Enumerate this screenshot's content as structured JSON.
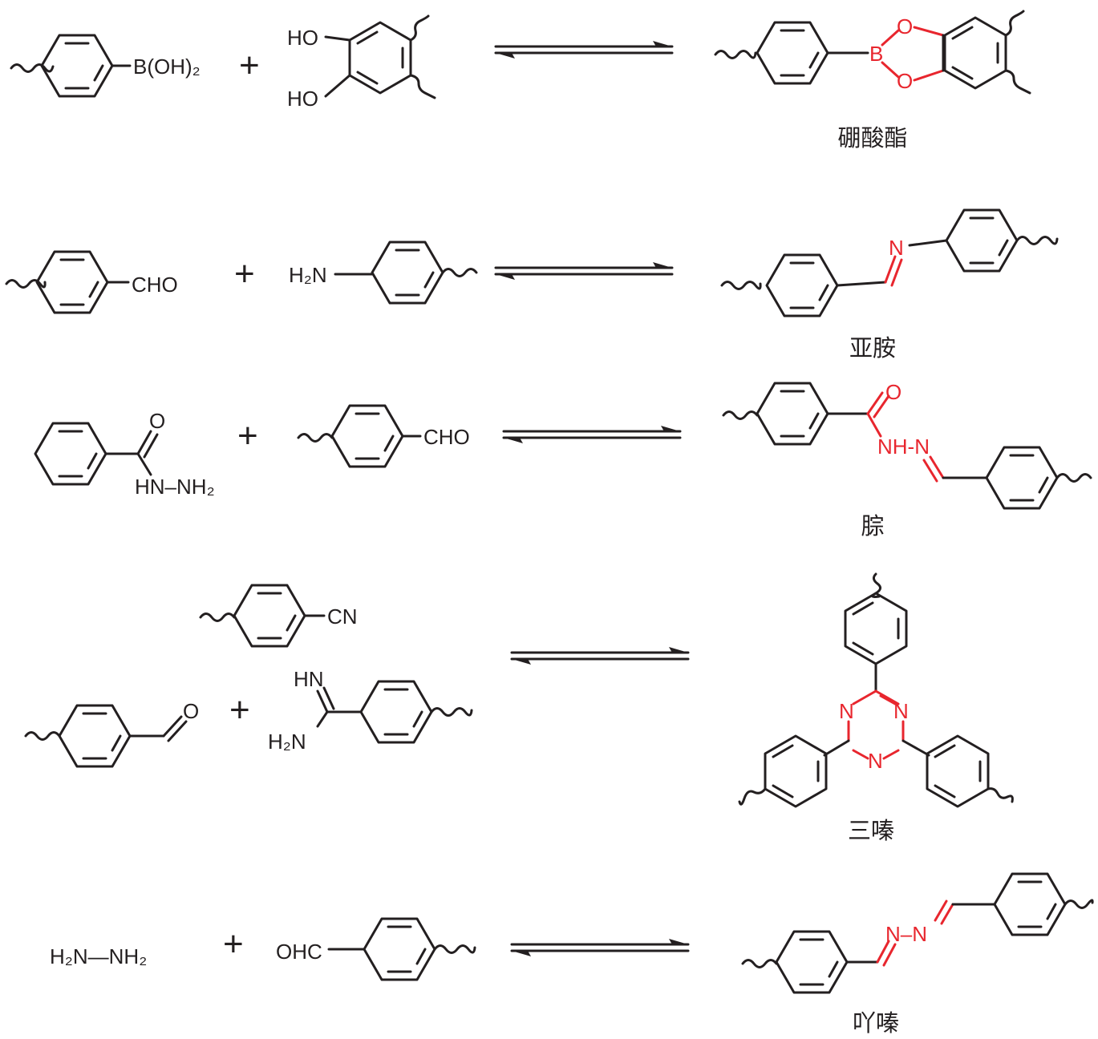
{
  "colors": {
    "ink": "#231f20",
    "highlight": "#e8262e",
    "background": "#ffffff"
  },
  "reactions": [
    {
      "reactant_a": "B(OH)₂",
      "plus": "+",
      "reactant_b": [
        "HO",
        "HO"
      ],
      "product_atoms": [
        "B",
        "O",
        "O"
      ],
      "product_label": "硼酸酯"
    },
    {
      "reactant_a": "CHO",
      "plus": "+",
      "reactant_b": "H₂N",
      "product_atoms": [
        "N"
      ],
      "product_label": "亚胺"
    },
    {
      "reactant_a": {
        "carbonyl": "O",
        "group": "HN–NH₂"
      },
      "plus": "+",
      "reactant_b": "CHO",
      "product_atoms": [
        "O",
        "NH-N"
      ],
      "product_label": "腙"
    },
    {
      "reactant_a": "CN",
      "reactant_c": "O",
      "plus": "+",
      "reactant_b": [
        "HN",
        "H₂N"
      ],
      "product_atoms": [
        "N",
        "N",
        "N"
      ],
      "product_label": "三嗪"
    },
    {
      "reactant_a": "H₂N—NH₂",
      "plus": "+",
      "reactant_b": "OHC",
      "product_atoms": [
        "N–N"
      ],
      "product_label": "吖嗪"
    }
  ]
}
